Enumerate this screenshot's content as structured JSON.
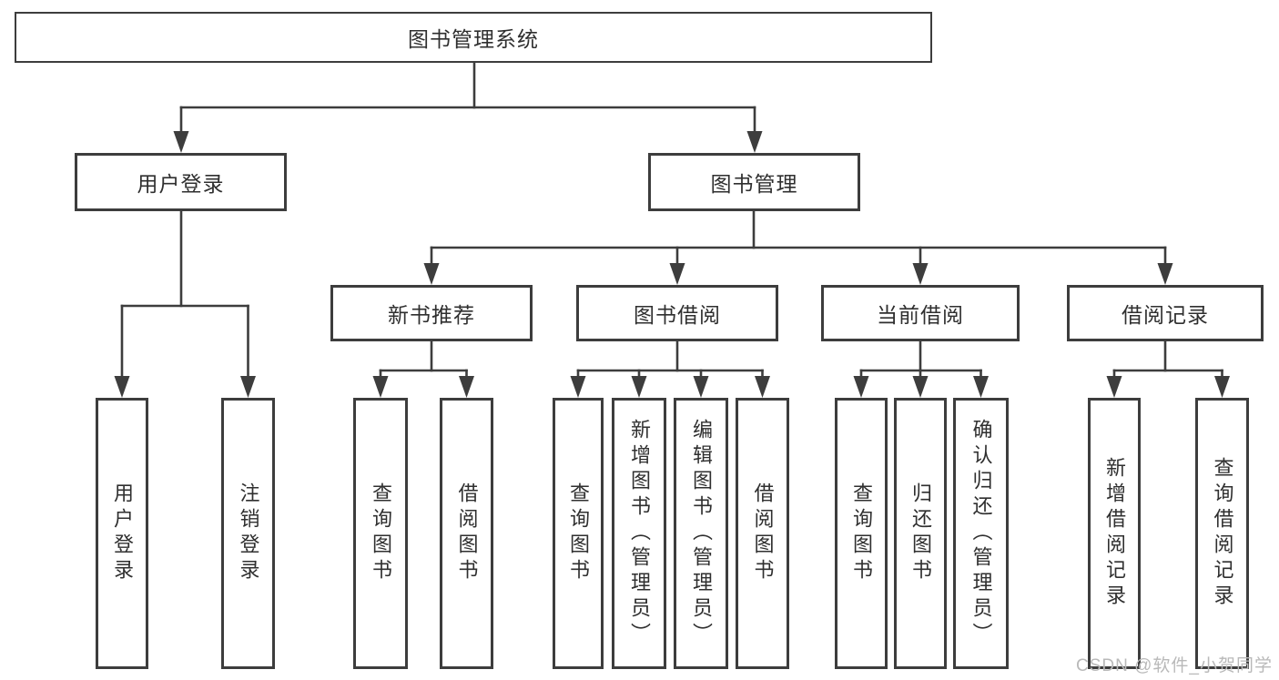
{
  "tree": {
    "label": "图书管理系统",
    "children": [
      {
        "label": "用户登录",
        "children": [
          {
            "label": "用户登录"
          },
          {
            "label": "注销登录"
          }
        ]
      },
      {
        "label": "图书管理",
        "children": [
          {
            "label": "新书推荐",
            "children": [
              {
                "label": "查询图书"
              },
              {
                "label": "借阅图书"
              }
            ]
          },
          {
            "label": "图书借阅",
            "children": [
              {
                "label": "查询图书"
              },
              {
                "label": "新增图书（管理员）"
              },
              {
                "label": "编辑图书（管理员）"
              },
              {
                "label": "借阅图书"
              }
            ]
          },
          {
            "label": "当前借阅",
            "children": [
              {
                "label": "查询图书"
              },
              {
                "label": "归还图书"
              },
              {
                "label": "确认归还（管理员）"
              }
            ]
          },
          {
            "label": "借阅记录",
            "children": [
              {
                "label": "新增借阅记录"
              },
              {
                "label": "查询借阅记录"
              }
            ]
          }
        ]
      }
    ]
  },
  "watermark": {
    "text": "CSDN @软件_小贺同学"
  },
  "colors": {
    "line": "#3d3d3d",
    "text": "#2f2f2f",
    "watermark": "#b9b9b9",
    "background": "#ffffff"
  }
}
